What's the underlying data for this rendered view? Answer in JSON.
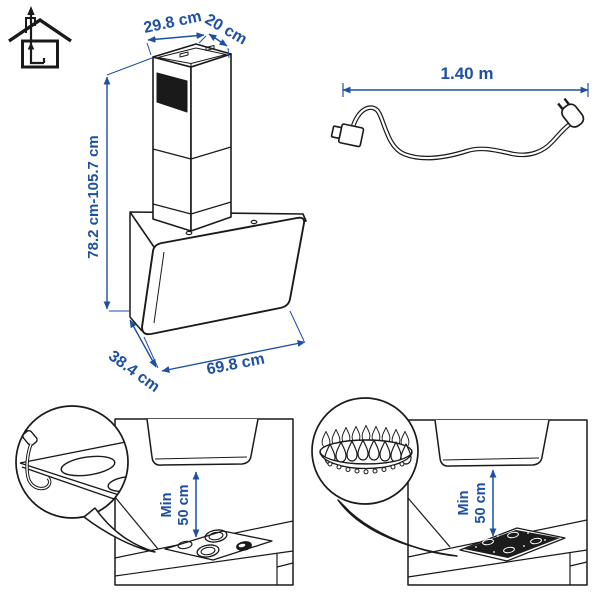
{
  "colors": {
    "dimension_blue": "#1d4fa5",
    "line_black": "#1a1a1a"
  },
  "hood_diagram": {
    "chimney_top_width": "29.8 cm",
    "chimney_top_depth": "20 cm",
    "mounting_height_range": "78.2 cm-105.7 cm",
    "body_depth": "38.4 cm",
    "body_width": "69.8 cm"
  },
  "cord": {
    "length": "1.40 m"
  },
  "clearance_panels": {
    "electric": {
      "min_line1": "Min",
      "min_line2": "50 cm"
    },
    "gas": {
      "min_line1": "Min",
      "min_line2": "50 cm"
    }
  }
}
